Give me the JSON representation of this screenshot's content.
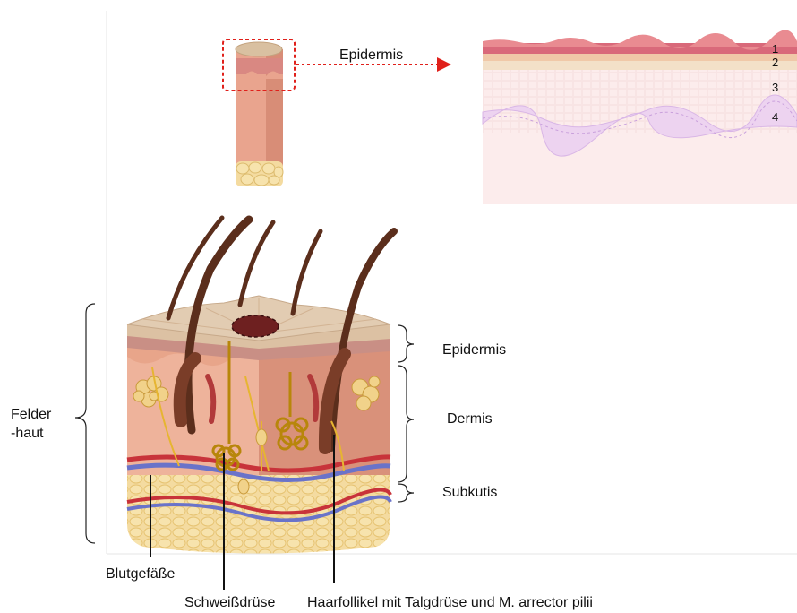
{
  "labels": {
    "epidermis_top": "Epidermis",
    "layer_1": "1",
    "layer_2": "2",
    "layer_3": "3",
    "layer_4": "4",
    "epidermis": "Epidermis",
    "dermis": "Dermis",
    "subkutis": "Subkutis",
    "felderhaut_line1": "Felder",
    "felderhaut_line2": "-haut",
    "blutgefaesse": "Blutgefäße",
    "schweissdruese": "Schweißdrüse",
    "haarfollikel": "Haarfollikel mit Talgdrüse und M. arrector pilii"
  },
  "colors": {
    "highlight_red": "#e0201b",
    "epidermis_pink": "#f6dede",
    "stratum_corneum": "#d9697a",
    "dermis_tissue": "#e8a58a",
    "subcutis_fat": "#f4dba0",
    "hair_brown": "#5b2e1c",
    "nerve_yellow": "#e6b531",
    "artery_red": "#c8333a",
    "vein_blue": "#6a73c9"
  }
}
